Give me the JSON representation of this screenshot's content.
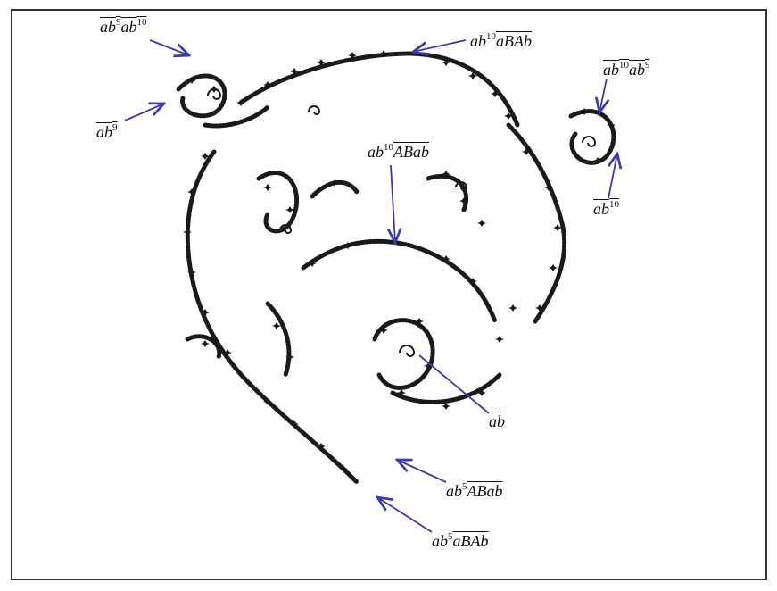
{
  "labels": {
    "top_left_1": {
      "overline_main": "ab",
      "overline_exp": "9",
      "overline_main2": "ab",
      "overline_exp2": "10"
    },
    "top_left_2": {
      "main": "ab",
      "exp": "9"
    },
    "top_center": {
      "main": "ab",
      "exp": "10",
      "over": "aBAb"
    },
    "top_right_1": {
      "main": "ab",
      "exp": "10",
      "main2": "ab",
      "exp2": "9"
    },
    "top_right_2": {
      "main": "ab",
      "exp": "10"
    },
    "center": {
      "main": "ab",
      "exp": "10",
      "over": "ABab"
    },
    "inner_right": {
      "main": "a",
      "over": "b"
    },
    "bottom_1": {
      "main": "ab",
      "exp": "5",
      "over": "ABab"
    },
    "bottom_2": {
      "main": "ab",
      "exp": "5",
      "over": "aBAb"
    }
  },
  "colors": {
    "arrow": "#3a3aa8",
    "ink": "#1a1a1a",
    "frame": "#333333"
  }
}
